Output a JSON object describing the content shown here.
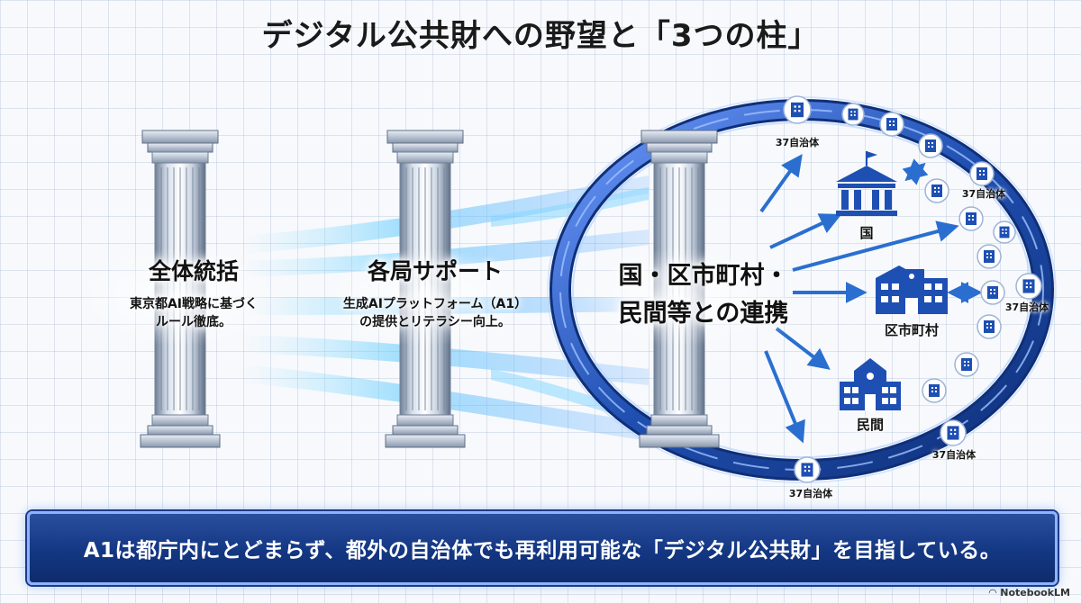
{
  "title": "デジタル公共財への野望と「3つの柱」",
  "pillars": [
    {
      "name": "全体統括",
      "desc": "東京都AI戦略に基づく\nルール徹底。"
    },
    {
      "name": "各局サポート",
      "desc": "生成AIプラットフォーム（A1）\nの提供とリテラシー向上。"
    },
    {
      "name": "国・区市町村・\n民間等との連携"
    }
  ],
  "nodes": {
    "national": "国",
    "municipal": "区市町村",
    "private": "民間"
  },
  "municipality_label": "37自治体",
  "banner": "A1は都庁内にとどまらず、都外の自治体でも再利用可能な「デジタル公共財」を目指している。",
  "watermark": "NotebookLM",
  "icons": {
    "pillar": "pillar-icon",
    "national": "government-building-icon",
    "municipal": "city-office-icon",
    "private": "school-building-icon",
    "municipality": "office-building-icon"
  },
  "colors": {
    "ring": "#1f4fb0",
    "ring_light": "#8fb6ff",
    "arrow": "#2a6fd0",
    "icon": "#1e4fb3",
    "banner": "#143783"
  }
}
